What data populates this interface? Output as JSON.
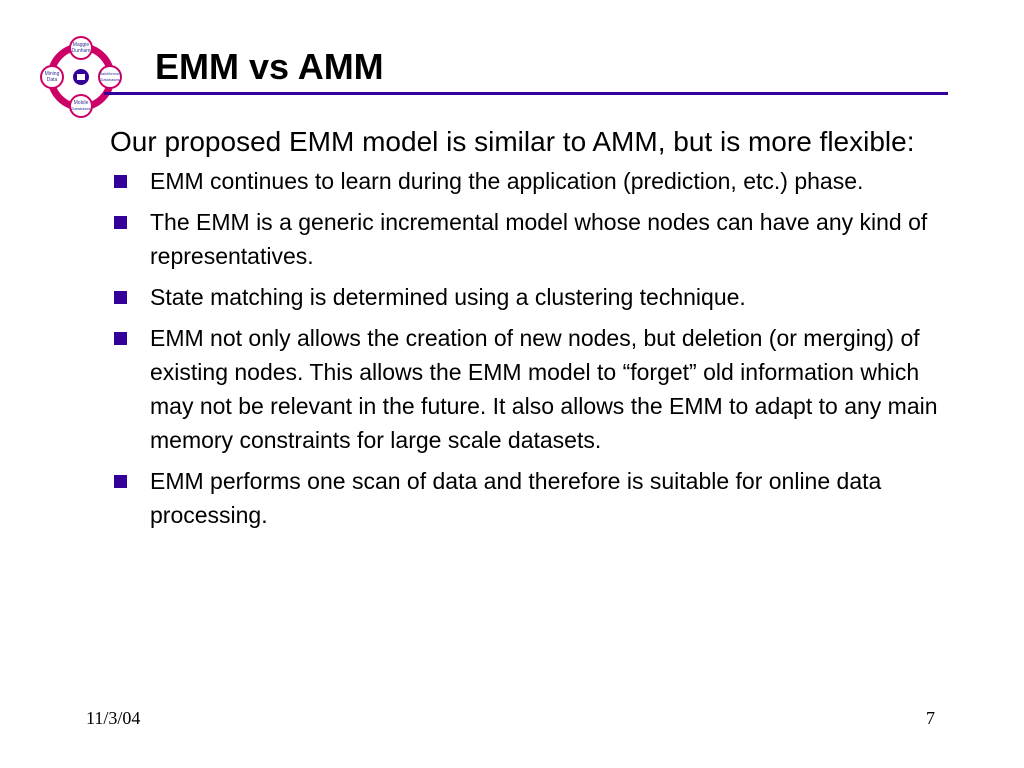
{
  "colors": {
    "accent": "#330099",
    "logo_ring": "#CC0066",
    "logo_center": "#330099",
    "logo_text": "#333399"
  },
  "logo": {
    "top_label_1": "Maggie",
    "top_label_2": "Dunham",
    "left_label_1": "Mining",
    "left_label_2": "Data",
    "right_label_1": "MainMemory",
    "right_label_2": "Databases",
    "bottom_label_1": "Mobile",
    "bottom_label_2": "Databases"
  },
  "slide": {
    "title": "EMM vs AMM",
    "intro": "Our proposed EMM model is similar to AMM, but is more flexible:",
    "bullets": [
      "EMM continues to learn during the application (prediction, etc.) phase.",
      "The EMM is a generic incremental model whose nodes can have any kind of representatives.",
      "State matching is determined using a clustering technique.",
      "EMM not only allows the creation of new nodes, but deletion (or merging) of existing nodes.  This allows the EMM model to “forget” old information which may not be relevant in the future. It also allows the EMM to adapt to any main memory constraints for large scale datasets.",
      "EMM performs one scan of data and therefore is suitable for online data processing."
    ]
  },
  "footer": {
    "date": "11/3/04",
    "page_number": "7"
  }
}
